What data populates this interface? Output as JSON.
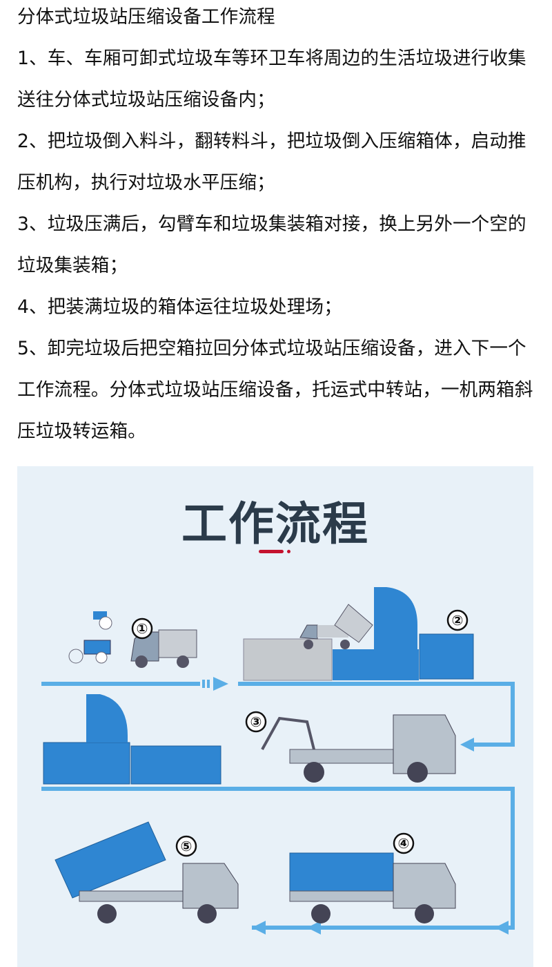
{
  "heading": "分体式垃圾站压缩设备工作流程",
  "steps": [
    {
      "lines": [
        "1、车、车厢可卸式垃圾车等环卫车将周边的生活垃圾进行收集",
        "送往分体式垃圾站压缩设备内；"
      ]
    },
    {
      "lines": [
        "2、把垃圾倒入料斗，翻转料斗，把垃圾倒入压缩箱体，启动推",
        "压机构，执行对垃圾水平压缩；"
      ]
    },
    {
      "lines": [
        "3、垃圾压满后，勾臂车和垃圾集装箱对接，换上另外一个空的",
        "垃圾集装箱；"
      ]
    },
    {
      "lines": [
        "4、把装满垃圾的箱体运往垃圾处理场；"
      ]
    },
    {
      "lines": [
        "5、卸完垃圾后把空箱拉回分体式垃圾站压缩设备，进入下一个",
        "工作流程。分体式垃圾站压缩设备，托运式中转站，一机两箱斜",
        "压垃圾转运箱。"
      ]
    }
  ],
  "figure": {
    "title": "工作流程",
    "step_labels": [
      "①",
      "②",
      "③",
      "④",
      "⑤"
    ],
    "colors": {
      "background": "#e8f1f8",
      "arrow": "#5aaee6",
      "equipment": "#2f86d2",
      "accent": "#c4122e"
    }
  }
}
